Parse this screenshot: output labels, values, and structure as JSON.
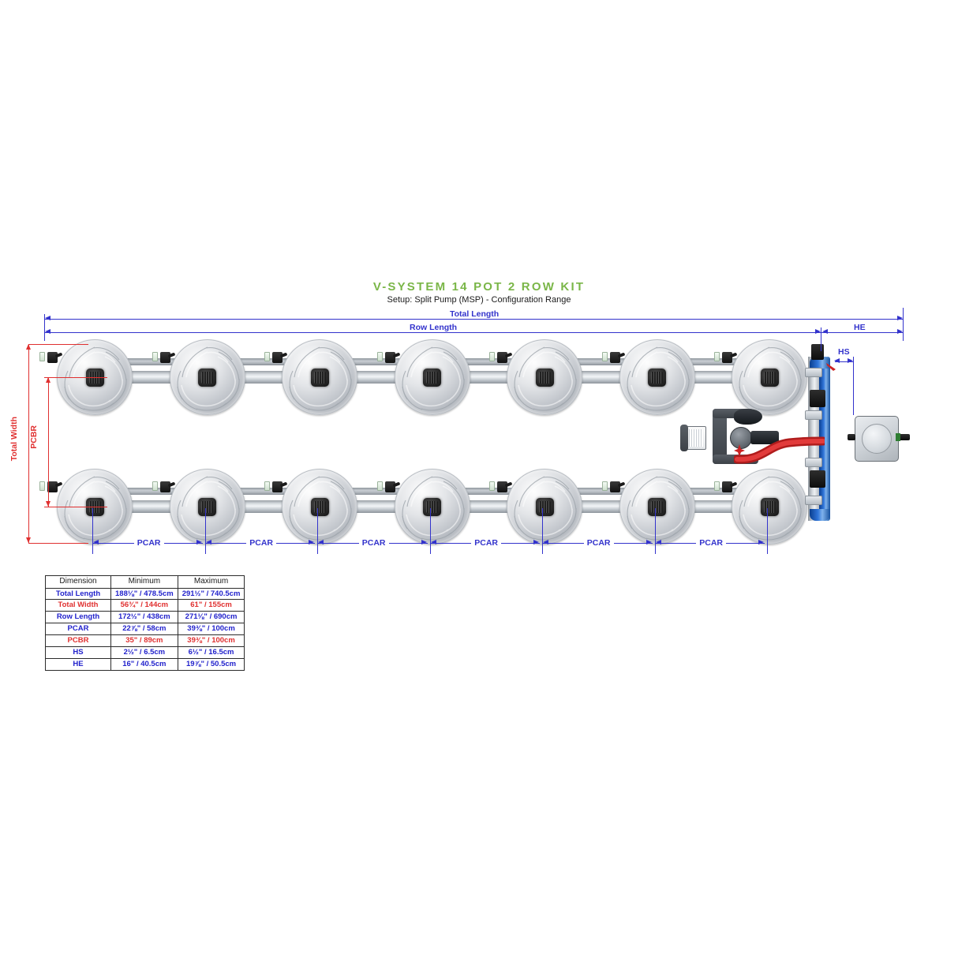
{
  "title": "V-SYSTEM 14 POT 2 ROW KIT",
  "subtitle": "Setup: Split Pump (MSP) - Configuration Range",
  "colors": {
    "title_green": "#7ab648",
    "dimension_blue": "#3333cc",
    "dimension_red": "#e03030",
    "table_text_blue": "#2222cc",
    "table_text_red": "#e03030"
  },
  "dimension_labels": {
    "total_length": "Total Length",
    "row_length": "Row Length",
    "total_width": "Total Width",
    "pcbr": "PCBR",
    "hs": "HS",
    "he": "HE",
    "pcar": "PCAR"
  },
  "layout": {
    "pots_total": 14,
    "rows": 2,
    "pots_per_row": 7,
    "pcar_segments": 6
  },
  "table": {
    "headers": [
      "Dimension",
      "Minimum",
      "Maximum"
    ],
    "rows": [
      {
        "dimension": "Total Length",
        "color": "blue",
        "minimum": "188⅛\" / 478.5cm",
        "maximum": "291½\" / 740.5cm"
      },
      {
        "dimension": "Total Width",
        "color": "red",
        "minimum": "56¾\" / 144cm",
        "maximum": "61\" / 155cm"
      },
      {
        "dimension": "Row Length",
        "color": "blue",
        "minimum": "172½\" / 438cm",
        "maximum": "271⅛\" / 690cm"
      },
      {
        "dimension": "PCAR",
        "color": "blue",
        "minimum": "22⅞\" / 58cm",
        "maximum": "39⅜\" / 100cm"
      },
      {
        "dimension": "PCBR",
        "color": "red",
        "minimum": "35\" / 89cm",
        "maximum": "39⅜\" / 100cm"
      },
      {
        "dimension": "HS",
        "color": "blue",
        "minimum": "2½\" / 6.5cm",
        "maximum": "6½\" / 16.5cm"
      },
      {
        "dimension": "HE",
        "color": "blue",
        "minimum": "16\" / 40.5cm",
        "maximum": "19⅞\" / 50.5cm"
      }
    ]
  }
}
